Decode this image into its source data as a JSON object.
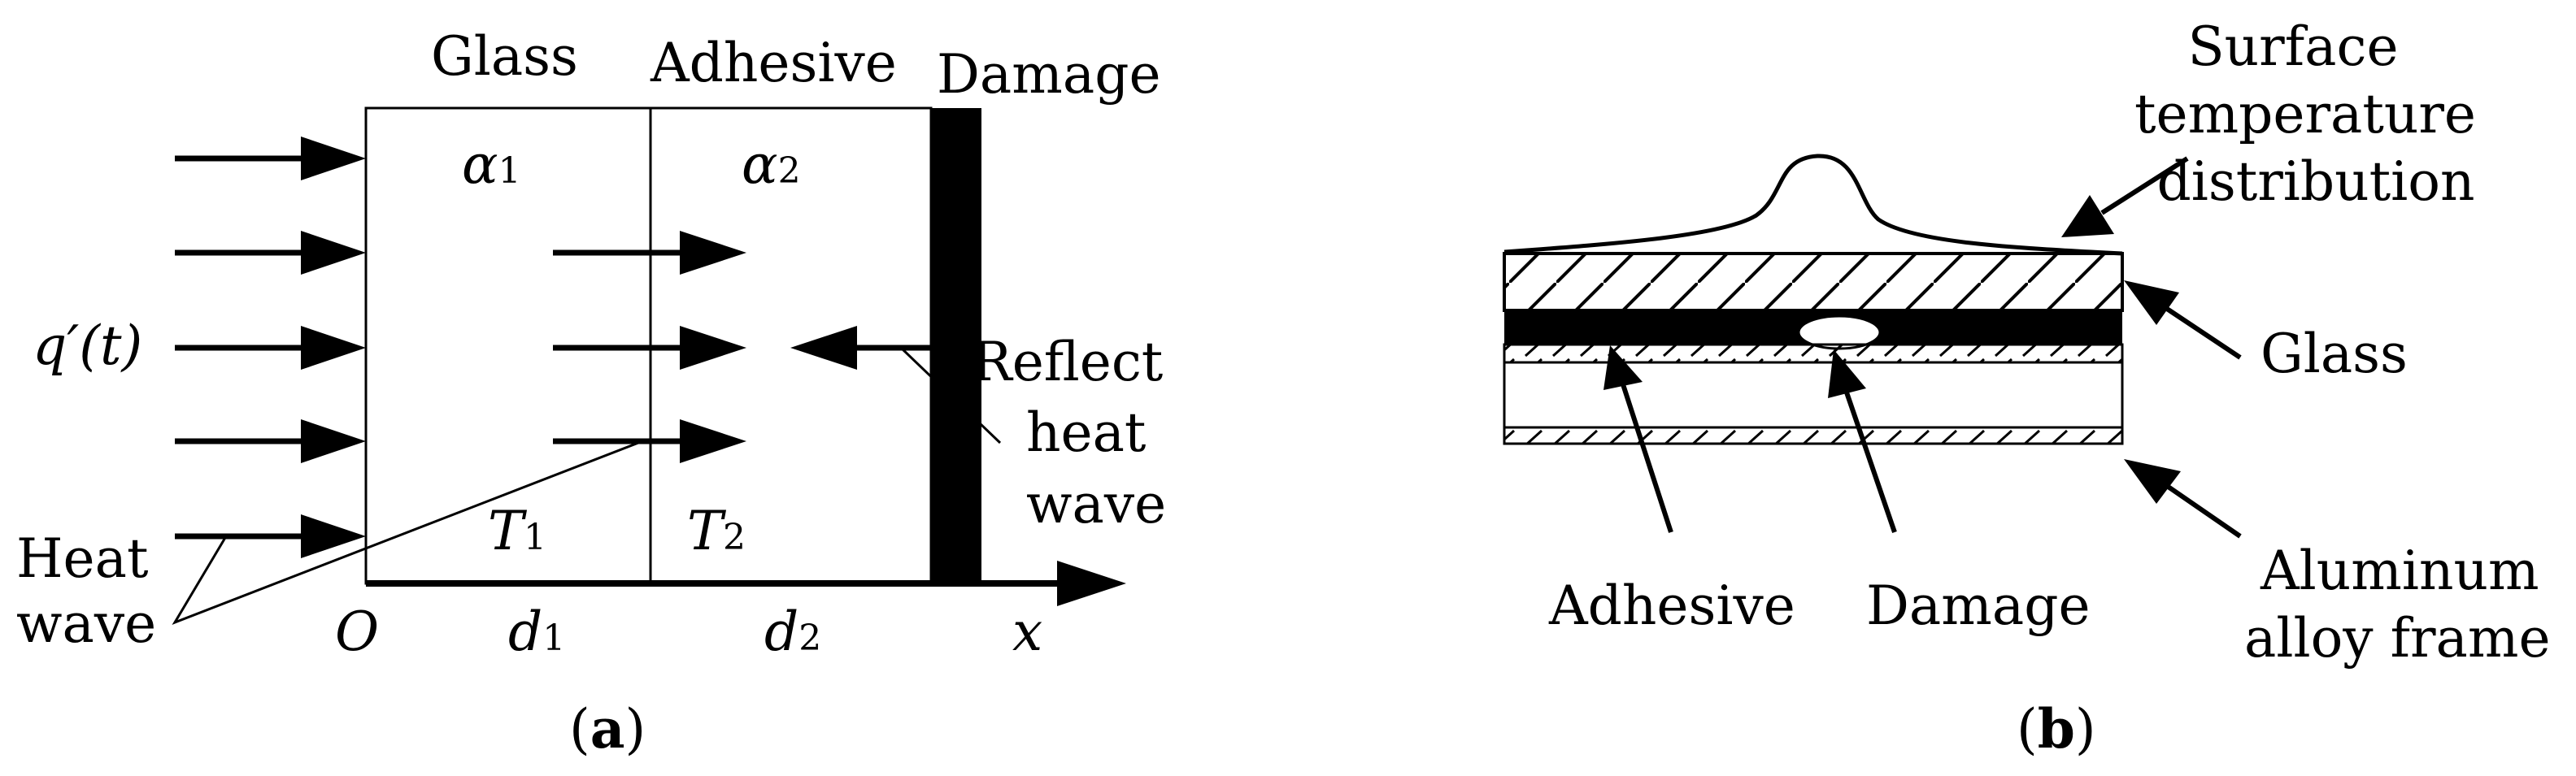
{
  "panel_a": {
    "labels": {
      "glass": "Glass",
      "adhesive": "Adhesive",
      "damage": "Damage",
      "heat_flux": "q′(t)",
      "heat_wave_line1": "Heat",
      "heat_wave_line2": "wave",
      "reflect_line1": "Reflect",
      "reflect_line2": "heat",
      "reflect_line3": "wave",
      "origin": "O",
      "x_axis": "x"
    },
    "symbols": {
      "alpha": "α",
      "alpha1_sub": "1",
      "alpha2_sub": "2",
      "T": "T",
      "T1_sub": "1",
      "T2_sub": "2",
      "d": "d",
      "d1_sub": "1",
      "d2_sub": "2"
    },
    "caption": {
      "open": "(",
      "letter": "a",
      "close": ")"
    }
  },
  "panel_b": {
    "labels": {
      "surface_line1": "Surface",
      "surface_line2": "temperature",
      "surface_line3": "distribution",
      "glass": "Glass",
      "adhesive": "Adhesive",
      "damage": "Damage",
      "frame_line1": "Aluminum",
      "frame_line2": "alloy frame"
    },
    "caption": {
      "open": "(",
      "letter": "b",
      "close": ")"
    }
  }
}
